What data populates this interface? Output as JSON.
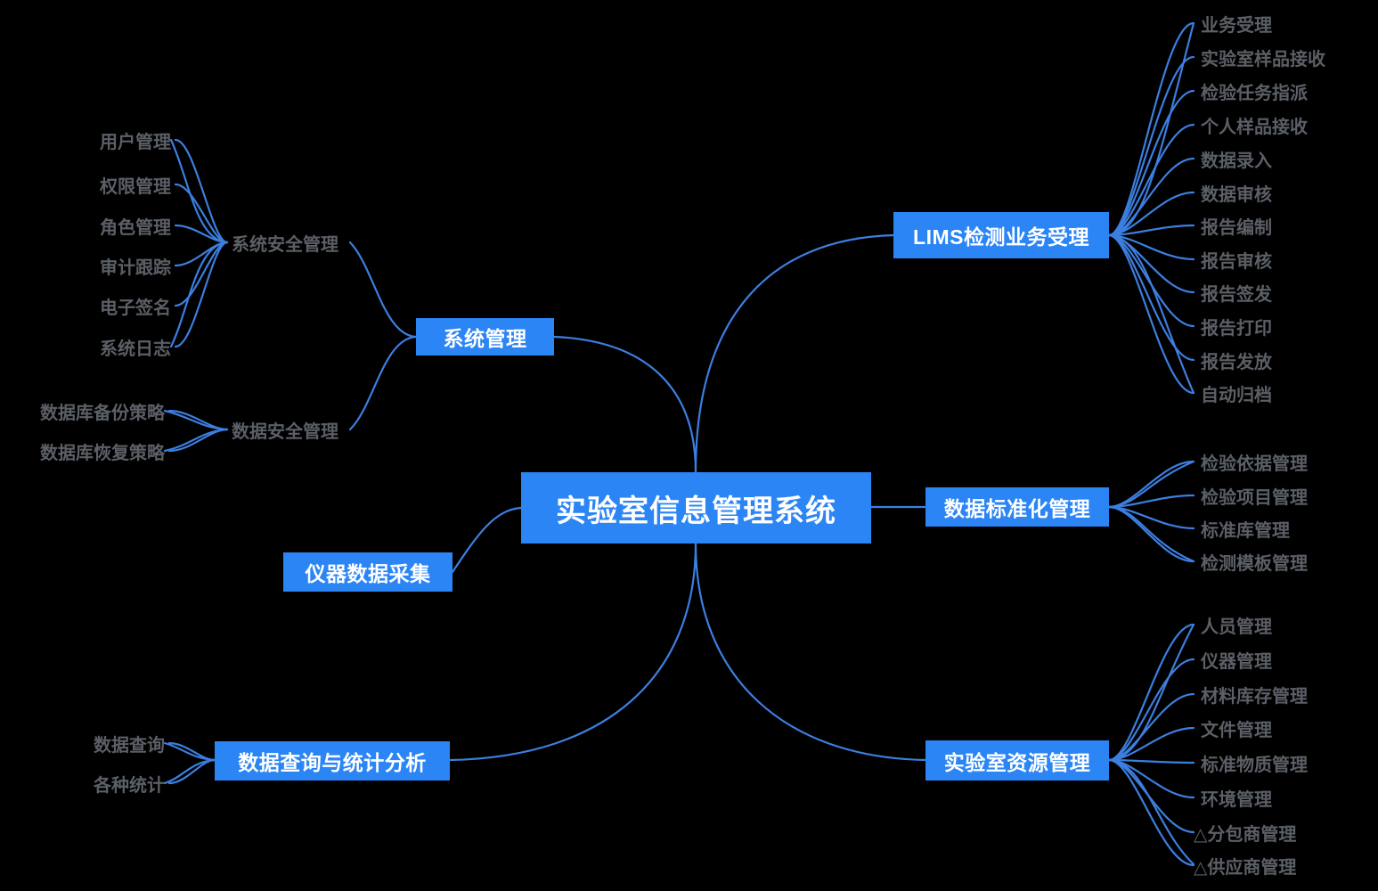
{
  "diagram": {
    "title": "实验室信息管理系统",
    "type": "mindmap",
    "background_color": "#000000",
    "node_fill_color": "#2b85f5",
    "node_text_color": "#ffffff",
    "leaf_text_color": "#5b5f66",
    "edge_color": "#3c7fe0"
  },
  "root": {
    "label": "实验室信息管理系统"
  },
  "branches": {
    "lims": {
      "label": "LIMS检测业务受理",
      "children": [
        {
          "label": "业务受理"
        },
        {
          "label": "实验室样品接收"
        },
        {
          "label": "检验任务指派"
        },
        {
          "label": "个人样品接收"
        },
        {
          "label": "数据录入"
        },
        {
          "label": "数据审核"
        },
        {
          "label": "报告编制"
        },
        {
          "label": "报告审核"
        },
        {
          "label": "报告签发"
        },
        {
          "label": "报告打印"
        },
        {
          "label": "报告发放"
        },
        {
          "label": "自动归档"
        }
      ]
    },
    "standardization": {
      "label": "数据标准化管理",
      "children": [
        {
          "label": "检验依据管理"
        },
        {
          "label": "检验项目管理"
        },
        {
          "label": "标准库管理"
        },
        {
          "label": "检测模板管理"
        }
      ]
    },
    "resources": {
      "label": "实验室资源管理",
      "children": [
        {
          "label": "人员管理"
        },
        {
          "label": "仪器管理"
        },
        {
          "label": "材料库存管理"
        },
        {
          "label": "文件管理"
        },
        {
          "label": "标准物质管理"
        },
        {
          "label": "环境管理"
        },
        {
          "label": "△分包商管理"
        },
        {
          "label": "△供应商管理"
        }
      ]
    },
    "system": {
      "label": "系统管理",
      "groups": [
        {
          "label": "系统安全管理",
          "children": [
            {
              "label": "用户管理"
            },
            {
              "label": "权限管理"
            },
            {
              "label": "角色管理"
            },
            {
              "label": "审计跟踪"
            },
            {
              "label": "电子签名"
            },
            {
              "label": "系统日志"
            }
          ]
        },
        {
          "label": "数据安全管理",
          "children": [
            {
              "label": "数据库备份策略"
            },
            {
              "label": "数据库恢复策略"
            }
          ]
        }
      ]
    },
    "instrument": {
      "label": "仪器数据采集"
    },
    "query": {
      "label": "数据查询与统计分析",
      "children": [
        {
          "label": "数据查询"
        },
        {
          "label": "各种统计"
        }
      ]
    }
  }
}
